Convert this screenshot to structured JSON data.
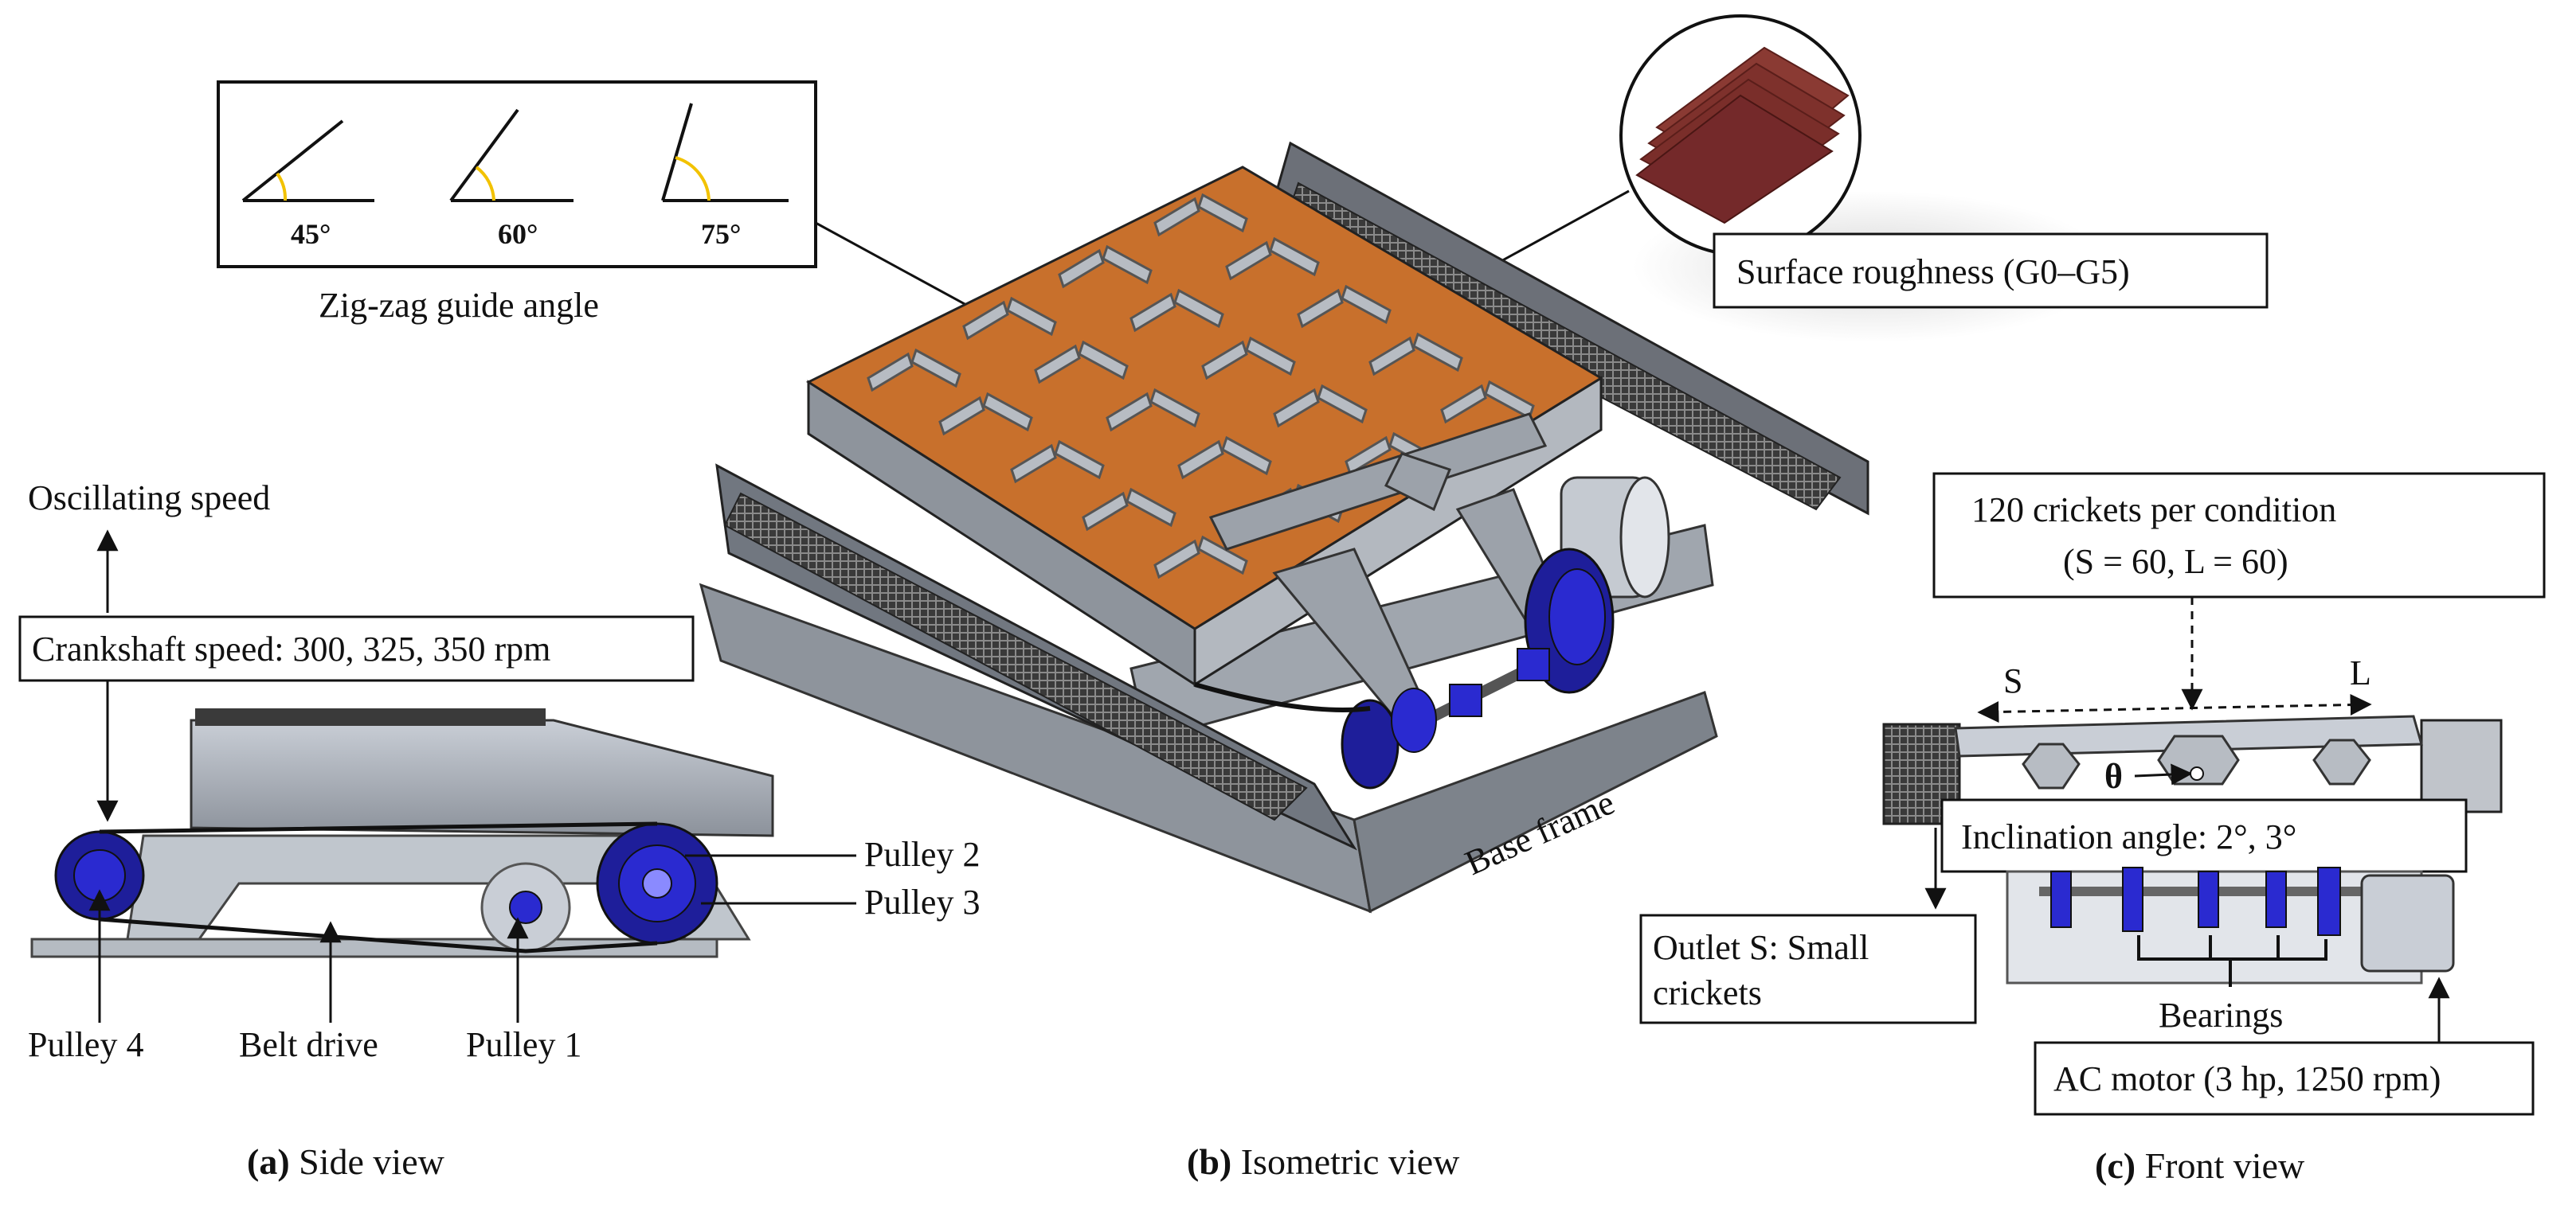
{
  "zigzag": {
    "angles": [
      "45°",
      "60°",
      "75°"
    ],
    "title": "Zig-zag guide angle"
  },
  "surface": {
    "label": "Surface roughness (G0–G5)"
  },
  "side": {
    "oscillating": "Oscillating speed",
    "crankshaft": "Crankshaft speed: 300, 325, 350 rpm",
    "pulley2": "Pulley 2",
    "pulley3": "Pulley 3",
    "pulley4": "Pulley 4",
    "belt": "Belt drive",
    "pulley1": "Pulley 1",
    "caption_letter": "(a)",
    "caption_text": " Side view"
  },
  "iso": {
    "base_frame": "Base frame",
    "caption_letter": "(b)",
    "caption_text": " Isometric view"
  },
  "front": {
    "crickets_line1": "120 crickets per condition",
    "crickets_line2": "(S = 60, L = 60)",
    "s": "S",
    "l": "L",
    "theta": "θ",
    "inclination": "Inclination angle: 2°, 3°",
    "outlet_line1": "Outlet S: Small",
    "outlet_line2": "crickets",
    "bearings": "Bearings",
    "motor": "AC motor (3 hp, 1250 rpm)",
    "caption_letter": "(c)",
    "caption_text": " Front view"
  },
  "colors": {
    "deck_orange": "#c8702c",
    "frame_grey": "#9aa0a8",
    "pulley_blue": "#2a2ad0",
    "angle_yellow": "#f2c200",
    "sandpaper": "#7a2e2a"
  }
}
